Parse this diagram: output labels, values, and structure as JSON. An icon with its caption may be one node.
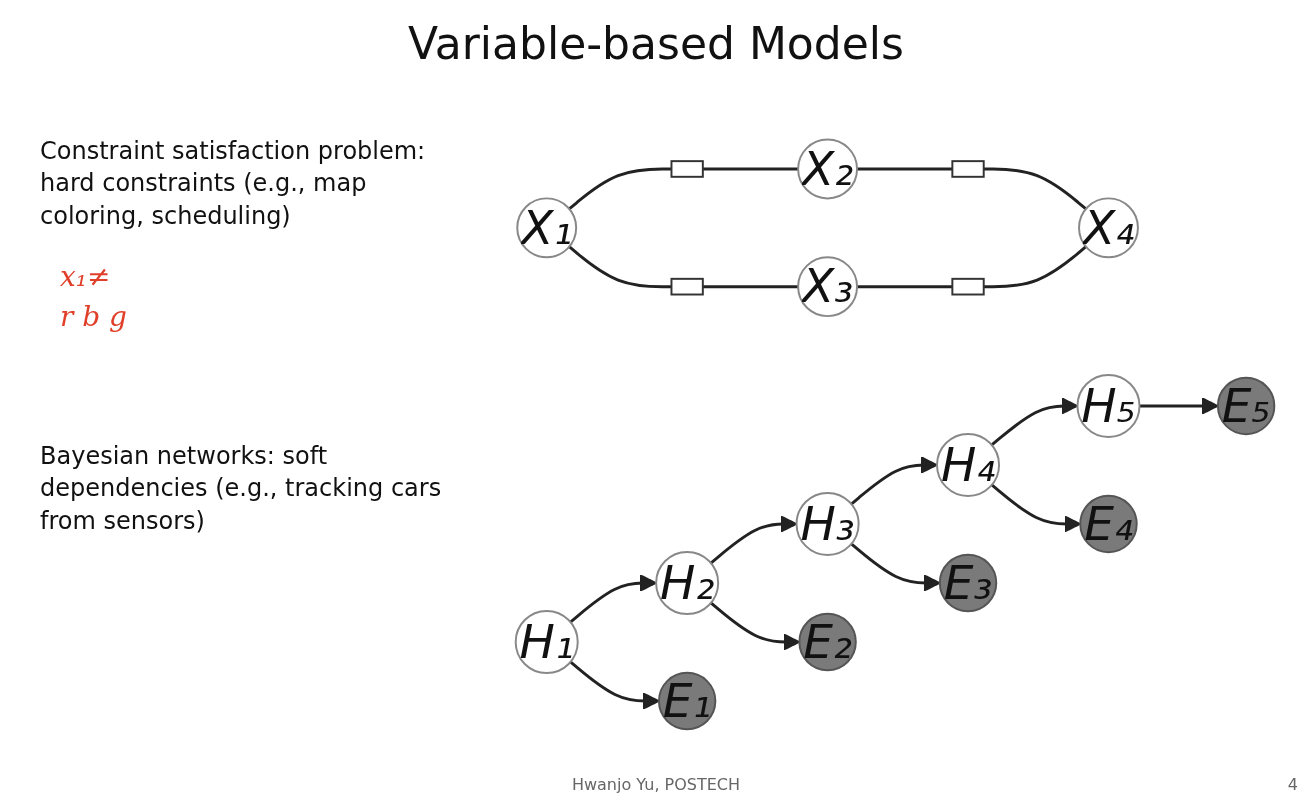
{
  "diagram": {
    "title": "Variable-based Models",
    "nodes": [
      {
        "text": [
          "X₁"
        ]
      },
      {
        "text": [],
        "shape": "box"
      },
      {
        "text": [
          "X₂"
        ]
      },
      {
        "text": [],
        "shape": "box"
      },
      {
        "text": [],
        "shape": "box"
      },
      {
        "text": [
          "X₃"
        ]
      },
      {
        "text": [],
        "shape": "box"
      },
      {
        "text": [
          "X₄"
        ]
      },
      {
        "text": [
          "H₁"
        ]
      },
      {
        "text": [
          "H₂"
        ]
      },
      {
        "text": [
          "H₃"
        ]
      },
      {
        "text": [
          "H₄"
        ]
      },
      {
        "text": [
          "H₅"
        ]
      },
      {
        "text": [
          "E₁"
        ]
      },
      {
        "text": [
          "E₂"
        ]
      },
      {
        "text": [
          "E₃"
        ]
      },
      {
        "text": [
          "E₄"
        ]
      },
      {
        "text": [
          "E₅"
        ]
      }
    ],
    "edges": [
      {
        "from": 0,
        "to": 1,
        "arrow": "none"
      },
      {
        "from": 1,
        "to": 2,
        "arrow": "none"
      },
      {
        "from": 0,
        "to": 3,
        "arrow": "none"
      },
      {
        "from": 3,
        "to": 5,
        "arrow": "none"
      },
      {
        "from": 2,
        "to": 4,
        "arrow": "none"
      },
      {
        "from": 4,
        "to": 7,
        "arrow": "none"
      },
      {
        "from": 5,
        "to": 6,
        "arrow": "none"
      },
      {
        "from": 6,
        "to": 7,
        "arrow": "none"
      },
      {
        "from": 8,
        "to": 9,
        "arrow": "to"
      },
      {
        "from": 9,
        "to": 10,
        "arrow": "to"
      },
      {
        "from": 10,
        "to": 11,
        "arrow": "to"
      },
      {
        "from": 11,
        "to": 12,
        "arrow": "to"
      },
      {
        "from": 8,
        "to": 13,
        "arrow": "to"
      },
      {
        "from": 9,
        "to": 14,
        "arrow": "to"
      },
      {
        "from": 10,
        "to": 15,
        "arrow": "to"
      },
      {
        "from": 11,
        "to": 16,
        "arrow": "to"
      },
      {
        "from": 12,
        "to": 17,
        "arrow": "to"
      }
    ],
    "labels": [
      "Constraint satisfaction problem: hard constraints (e.g., map coloring, scheduling)",
      "x₁≠",
      "r b g",
      "Bayesian networks: soft dependencies (e.g., tracking cars from sensors)",
      "Hwanjo Yu, POSTECH",
      "4"
    ]
  }
}
